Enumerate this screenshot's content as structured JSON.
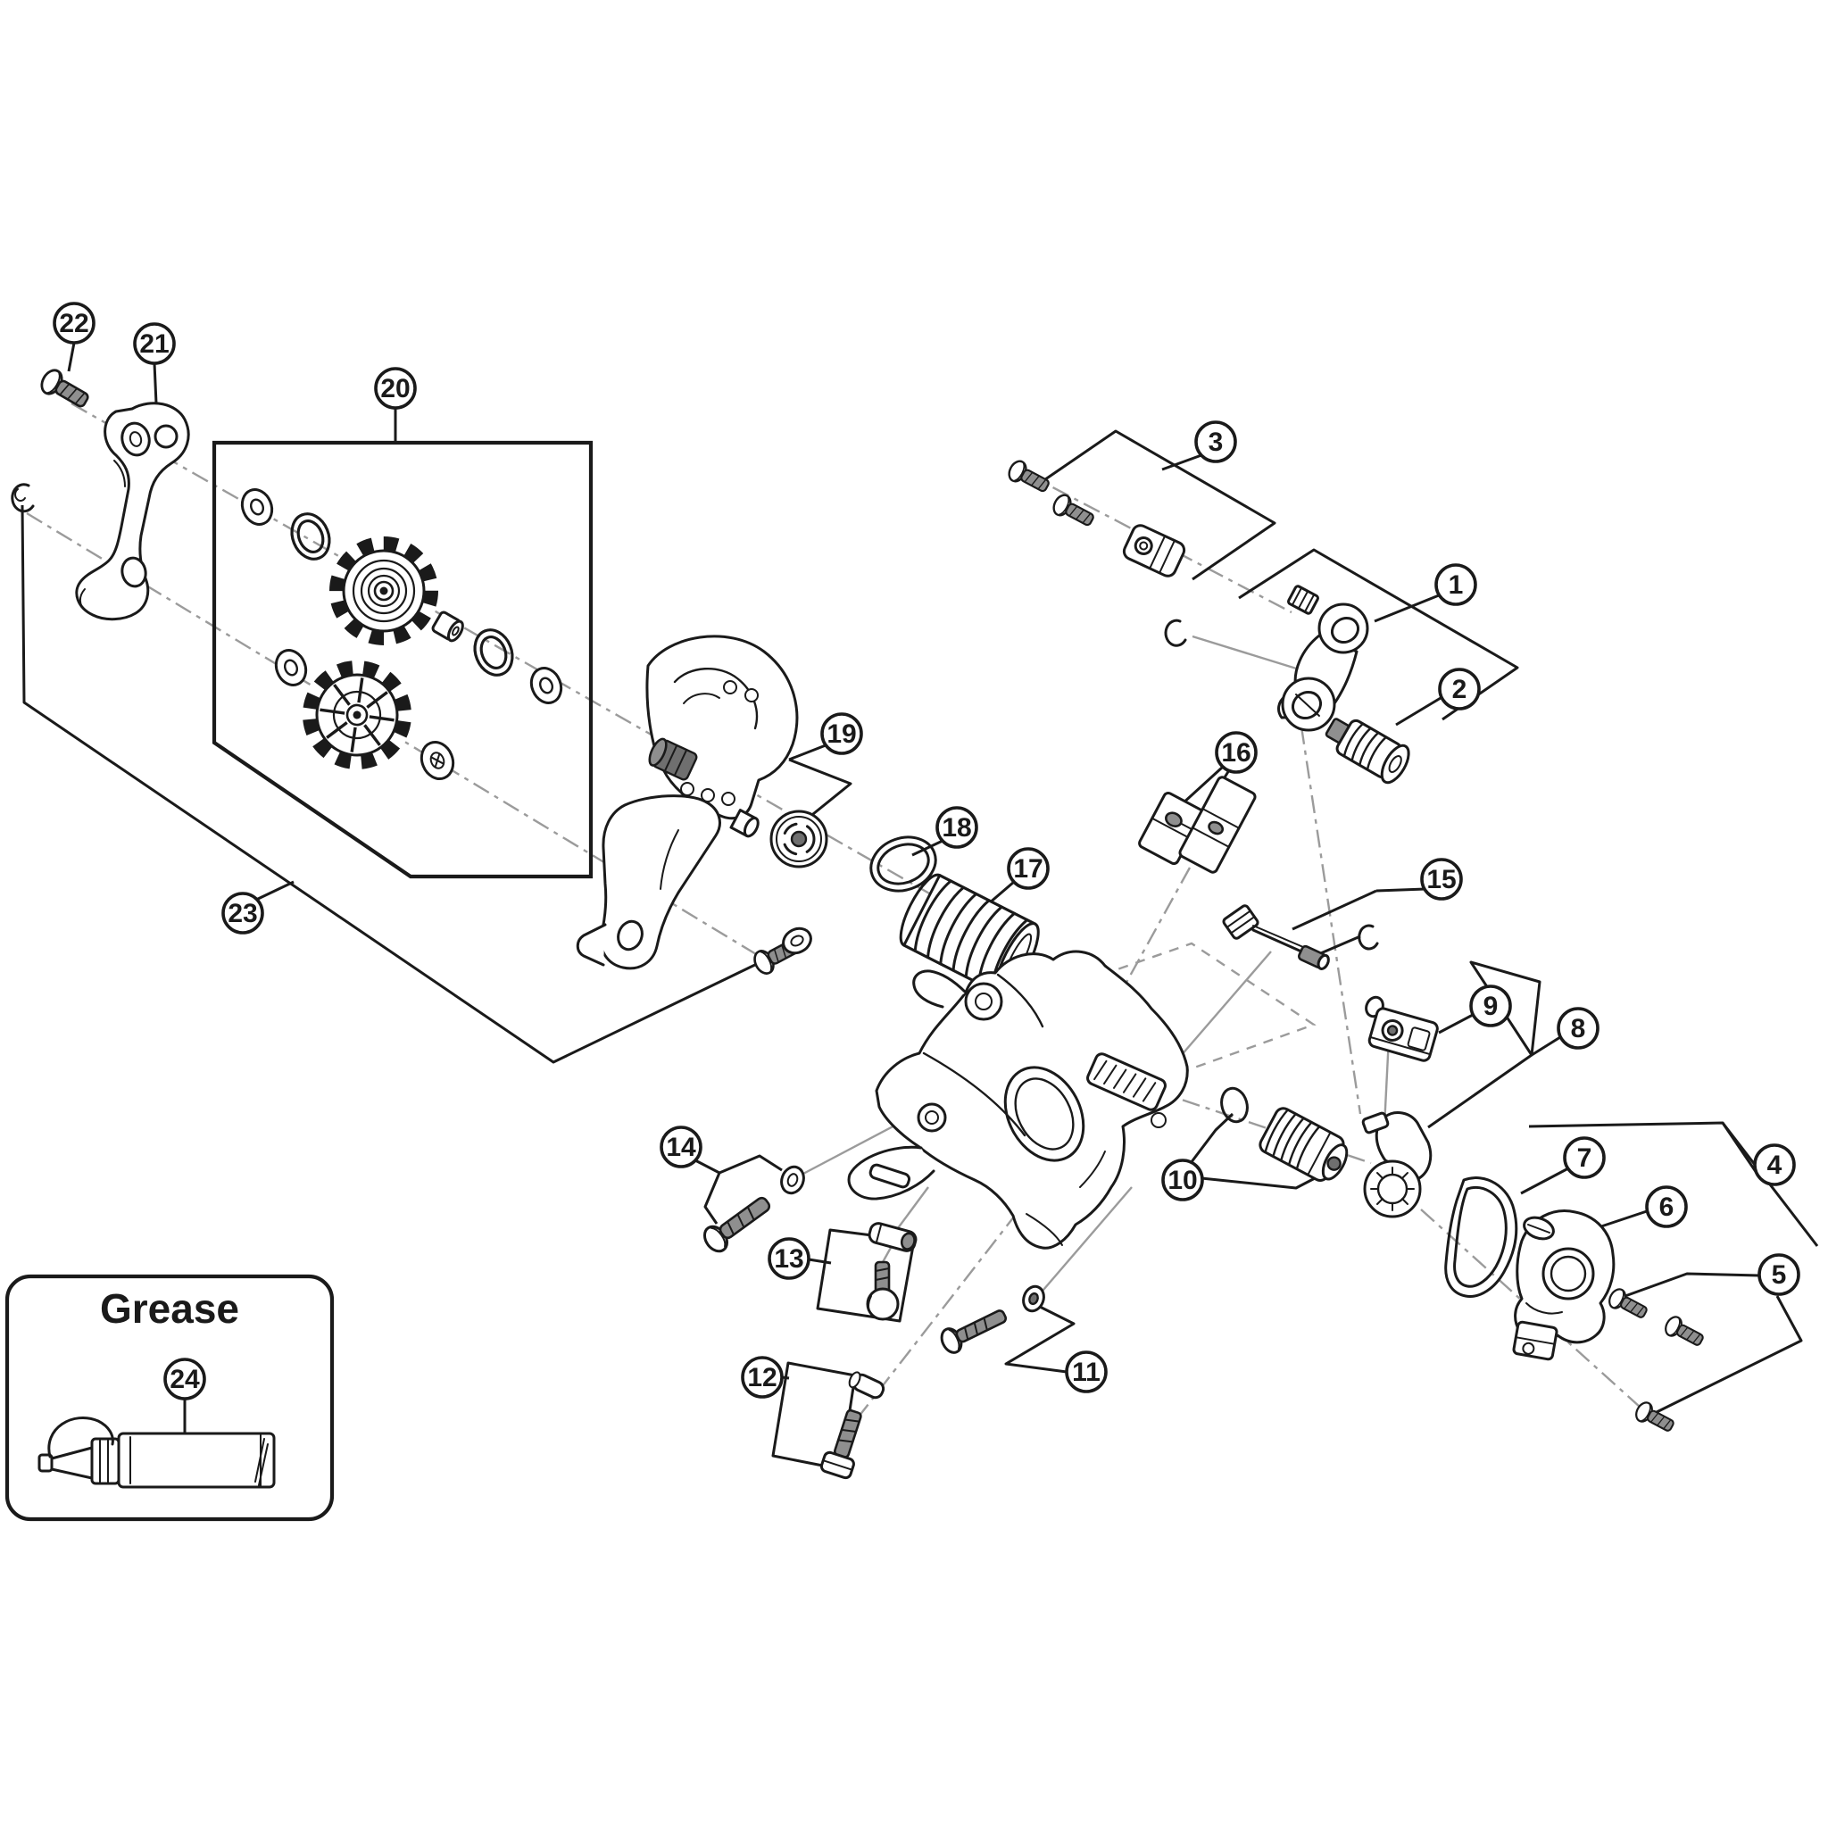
{
  "diagram": {
    "type": "exploded-parts-diagram",
    "subject": "bicycle rear derailleur",
    "background": "#ffffff",
    "line_color": "#1a1a1a",
    "axis_color": "#9b9b9b",
    "shaft_fill": "#8f8f8f"
  },
  "grease_box": {
    "title": "Grease",
    "callout_label": "24"
  },
  "callouts": {
    "c1": {
      "label": "1"
    },
    "c2": {
      "label": "2"
    },
    "c3": {
      "label": "3"
    },
    "c4": {
      "label": "4"
    },
    "c5": {
      "label": "5"
    },
    "c6": {
      "label": "6"
    },
    "c7": {
      "label": "7"
    },
    "c8": {
      "label": "8"
    },
    "c9": {
      "label": "9"
    },
    "c10": {
      "label": "10"
    },
    "c11": {
      "label": "11"
    },
    "c12": {
      "label": "12"
    },
    "c13": {
      "label": "13"
    },
    "c14": {
      "label": "14"
    },
    "c15": {
      "label": "15"
    },
    "c16": {
      "label": "16"
    },
    "c17": {
      "label": "17"
    },
    "c18": {
      "label": "18"
    },
    "c19": {
      "label": "19"
    },
    "c20": {
      "label": "20"
    },
    "c21": {
      "label": "21"
    },
    "c22": {
      "label": "22"
    },
    "c23": {
      "label": "23"
    },
    "c24": {
      "label": "24"
    }
  }
}
